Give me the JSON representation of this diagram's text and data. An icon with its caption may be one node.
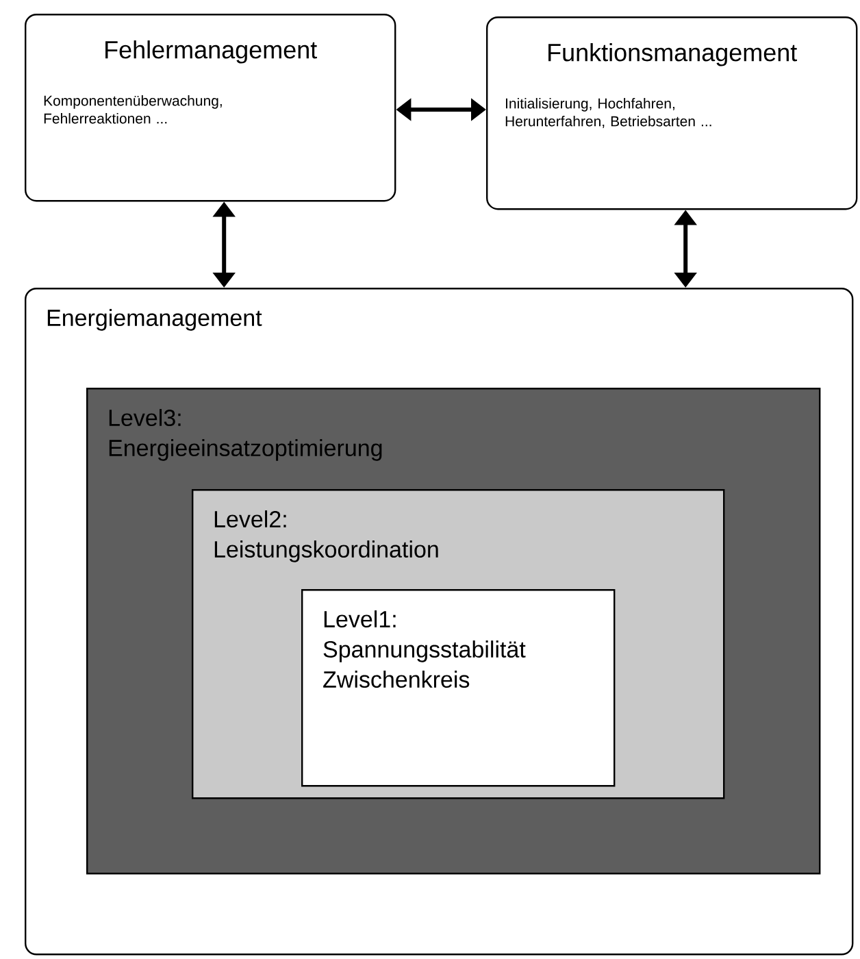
{
  "diagram": {
    "nodes": [
      {
        "text": [
          "Fehlermanagement",
          "Komponentenüberwachung, Fehlerreaktionen ..."
        ]
      },
      {
        "text": [
          "Funktionsmanagement",
          "Initialisierung, Hochfahren, Herunterfahren, Betriebsarten ..."
        ]
      },
      {
        "text": [
          "Energiemanagement"
        ]
      },
      {
        "text": [
          "Level3: Energieeinsatzoptimierung"
        ],
        "in": 2
      },
      {
        "text": [
          "Level2: Leistungskoordination"
        ],
        "in": 3
      },
      {
        "text": [
          "Level1: Spannungsstabilität Zwischenkreis"
        ],
        "in": 4
      }
    ],
    "edges": [
      {
        "from": 0,
        "to": 1,
        "arrow": "both"
      },
      {
        "from": 0,
        "to": 2,
        "arrow": "both"
      },
      {
        "from": 1,
        "to": 2,
        "arrow": "both"
      }
    ]
  }
}
